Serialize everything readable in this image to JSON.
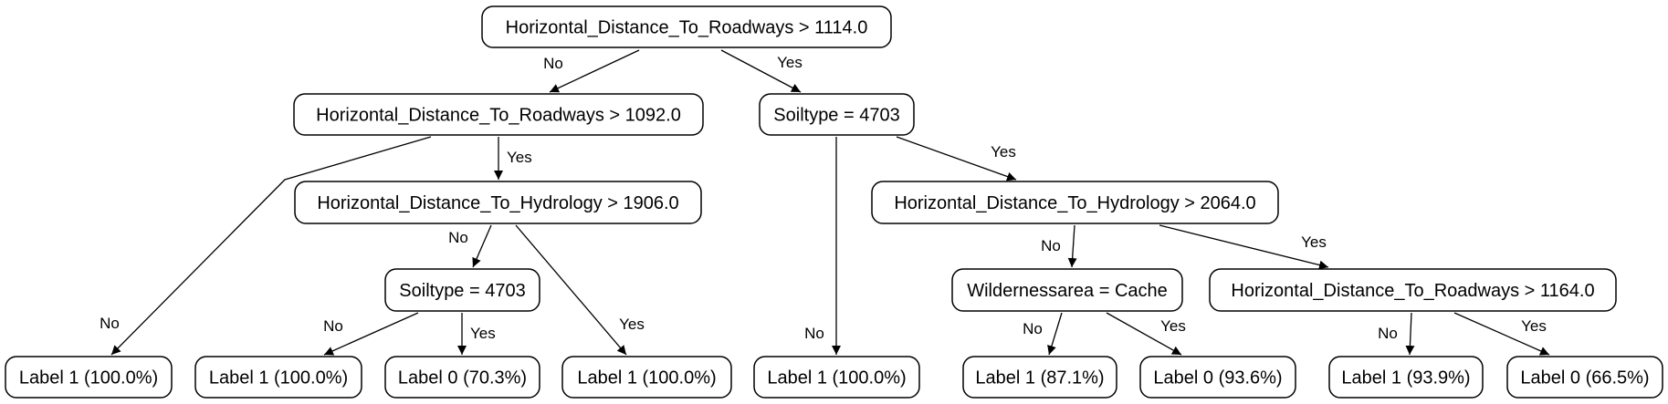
{
  "nodes": [
    {
      "id": "n0",
      "label": "Horizontal_Distance_To_Roadways > 1114.0"
    },
    {
      "id": "n1",
      "label": "Horizontal_Distance_To_Roadways > 1092.0"
    },
    {
      "id": "n2",
      "label": "Soiltype = 4703"
    },
    {
      "id": "n3",
      "label": "Horizontal_Distance_To_Hydrology > 1906.0"
    },
    {
      "id": "n4",
      "label": "Horizontal_Distance_To_Hydrology > 2064.0"
    },
    {
      "id": "n5",
      "label": "Soiltype = 4703"
    },
    {
      "id": "n6",
      "label": "Wildernessarea = Cache"
    },
    {
      "id": "n7",
      "label": "Horizontal_Distance_To_Roadways > 1164.0"
    },
    {
      "id": "n8",
      "label": "Label 1 (100.0%)"
    },
    {
      "id": "n9",
      "label": "Label 1 (100.0%)"
    },
    {
      "id": "n10",
      "label": "Label 0 (70.3%)"
    },
    {
      "id": "n11",
      "label": "Label 1 (100.0%)"
    },
    {
      "id": "n12",
      "label": "Label 1 (100.0%)"
    },
    {
      "id": "n13",
      "label": "Label 1 (87.1%)"
    },
    {
      "id": "n14",
      "label": "Label 0 (93.6%)"
    },
    {
      "id": "n15",
      "label": "Label 1 (93.9%)"
    },
    {
      "id": "n16",
      "label": "Label 0 (66.5%)"
    }
  ],
  "edges": [
    {
      "from": "n0",
      "to": "n1",
      "label": "No"
    },
    {
      "from": "n0",
      "to": "n2",
      "label": "Yes"
    },
    {
      "from": "n1",
      "to": "n8",
      "label": "No"
    },
    {
      "from": "n1",
      "to": "n3",
      "label": "Yes"
    },
    {
      "from": "n3",
      "to": "n5",
      "label": "No"
    },
    {
      "from": "n3",
      "to": "n11",
      "label": "Yes"
    },
    {
      "from": "n5",
      "to": "n9",
      "label": "No"
    },
    {
      "from": "n5",
      "to": "n10",
      "label": "Yes"
    },
    {
      "from": "n2",
      "to": "n12",
      "label": "No"
    },
    {
      "from": "n2",
      "to": "n4",
      "label": "Yes"
    },
    {
      "from": "n4",
      "to": "n6",
      "label": "No"
    },
    {
      "from": "n4",
      "to": "n7",
      "label": "Yes"
    },
    {
      "from": "n6",
      "to": "n13",
      "label": "No"
    },
    {
      "from": "n6",
      "to": "n14",
      "label": "Yes"
    },
    {
      "from": "n7",
      "to": "n15",
      "label": "No"
    },
    {
      "from": "n7",
      "to": "n16",
      "label": "Yes"
    }
  ]
}
